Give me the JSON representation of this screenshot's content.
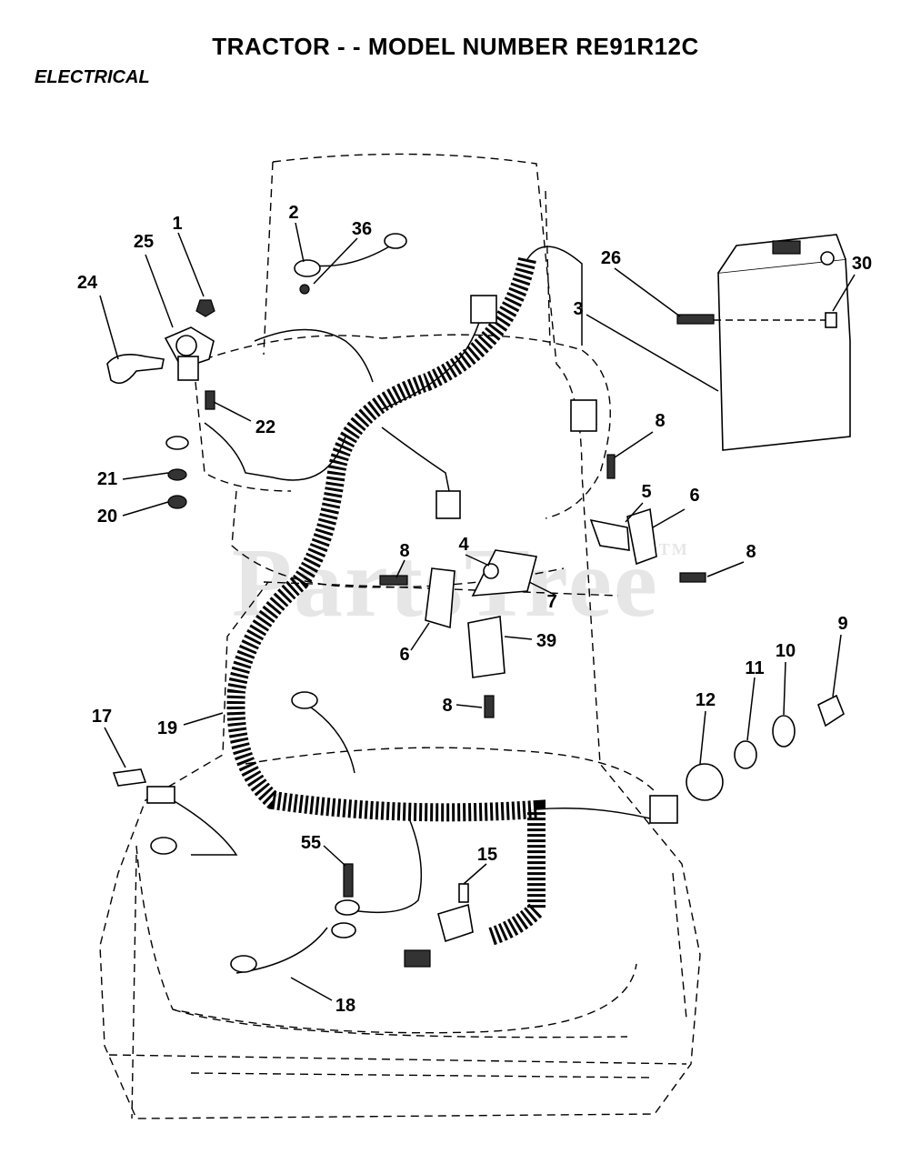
{
  "header": {
    "title": "TRACTOR - - MODEL NUMBER RE91R12C",
    "section": "ELECTRICAL"
  },
  "watermark": {
    "text": "PartsTree",
    "mark": "TM"
  },
  "callouts": [
    "1",
    "2",
    "36",
    "25",
    "24",
    "26",
    "30",
    "3",
    "22",
    "8",
    "21",
    "20",
    "5",
    "6",
    "4",
    "8",
    "7",
    "8",
    "6",
    "39",
    "8",
    "12",
    "11",
    "10",
    "9",
    "17",
    "19",
    "55",
    "15",
    "18"
  ]
}
